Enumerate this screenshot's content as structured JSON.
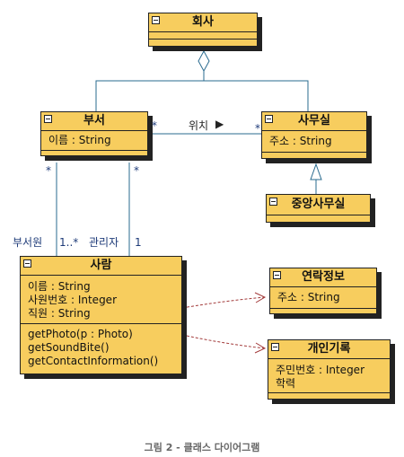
{
  "classes": {
    "company": {
      "name": "회사",
      "attributes": [],
      "operations": []
    },
    "dept": {
      "name": "부서",
      "attributes": [
        "이름 : String"
      ]
    },
    "office": {
      "name": "사무실",
      "attributes": [
        "주소 : String"
      ]
    },
    "central": {
      "name": "중앙사무실"
    },
    "person": {
      "name": "사람",
      "attributes": [
        "이름 : String",
        "사원번호 : Integer",
        "직원 : String"
      ],
      "operations": [
        "getPhoto(p : Photo)",
        "getSoundBite()",
        "getContactInformation()"
      ]
    },
    "contact": {
      "name": "연락정보",
      "attributes": [
        "주소 : String"
      ]
    },
    "personal": {
      "name": "개인기록",
      "attributes": [
        "주민번호 : Integer",
        "학력"
      ]
    }
  },
  "labels": {
    "location": "위치",
    "location_arrow": "▶",
    "mult_dept_office": "*",
    "mult_office_dept": "*",
    "mult_dept_left": "*",
    "mult_dept_right": "*",
    "role_members": "부서원",
    "mult_members": "1..*",
    "role_manager": "관리자",
    "mult_manager": "1"
  },
  "caption": "그림 2 - 클래스 다이어그램",
  "colors": {
    "class_fill": "#f7cd5e",
    "line": "#2a6b8f",
    "dependency": "#a23a3a"
  }
}
